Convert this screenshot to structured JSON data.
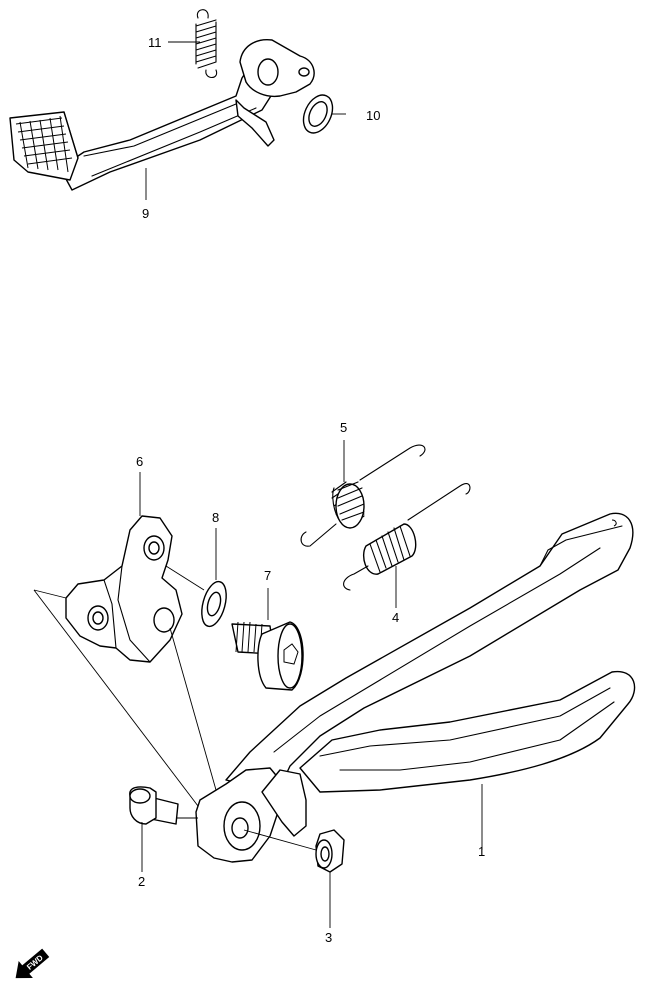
{
  "callouts": [
    {
      "id": "c1",
      "label": "1"
    },
    {
      "id": "c2",
      "label": "2"
    },
    {
      "id": "c3",
      "label": "3"
    },
    {
      "id": "c4",
      "label": "4"
    },
    {
      "id": "c5",
      "label": "5"
    },
    {
      "id": "c6",
      "label": "6"
    },
    {
      "id": "c7",
      "label": "7"
    },
    {
      "id": "c8",
      "label": "8"
    },
    {
      "id": "c9",
      "label": "9"
    },
    {
      "id": "c10",
      "label": "10"
    },
    {
      "id": "c11",
      "label": "11"
    }
  ],
  "fwd_badge": {
    "text": "FWD"
  },
  "parts": [
    "brake-pedal",
    "return-spring",
    "washer",
    "stand-bracket",
    "stand-washer",
    "bolt",
    "stand-spring-large",
    "stand-spring-small",
    "side-stand",
    "pivot-bolt",
    "nut"
  ]
}
